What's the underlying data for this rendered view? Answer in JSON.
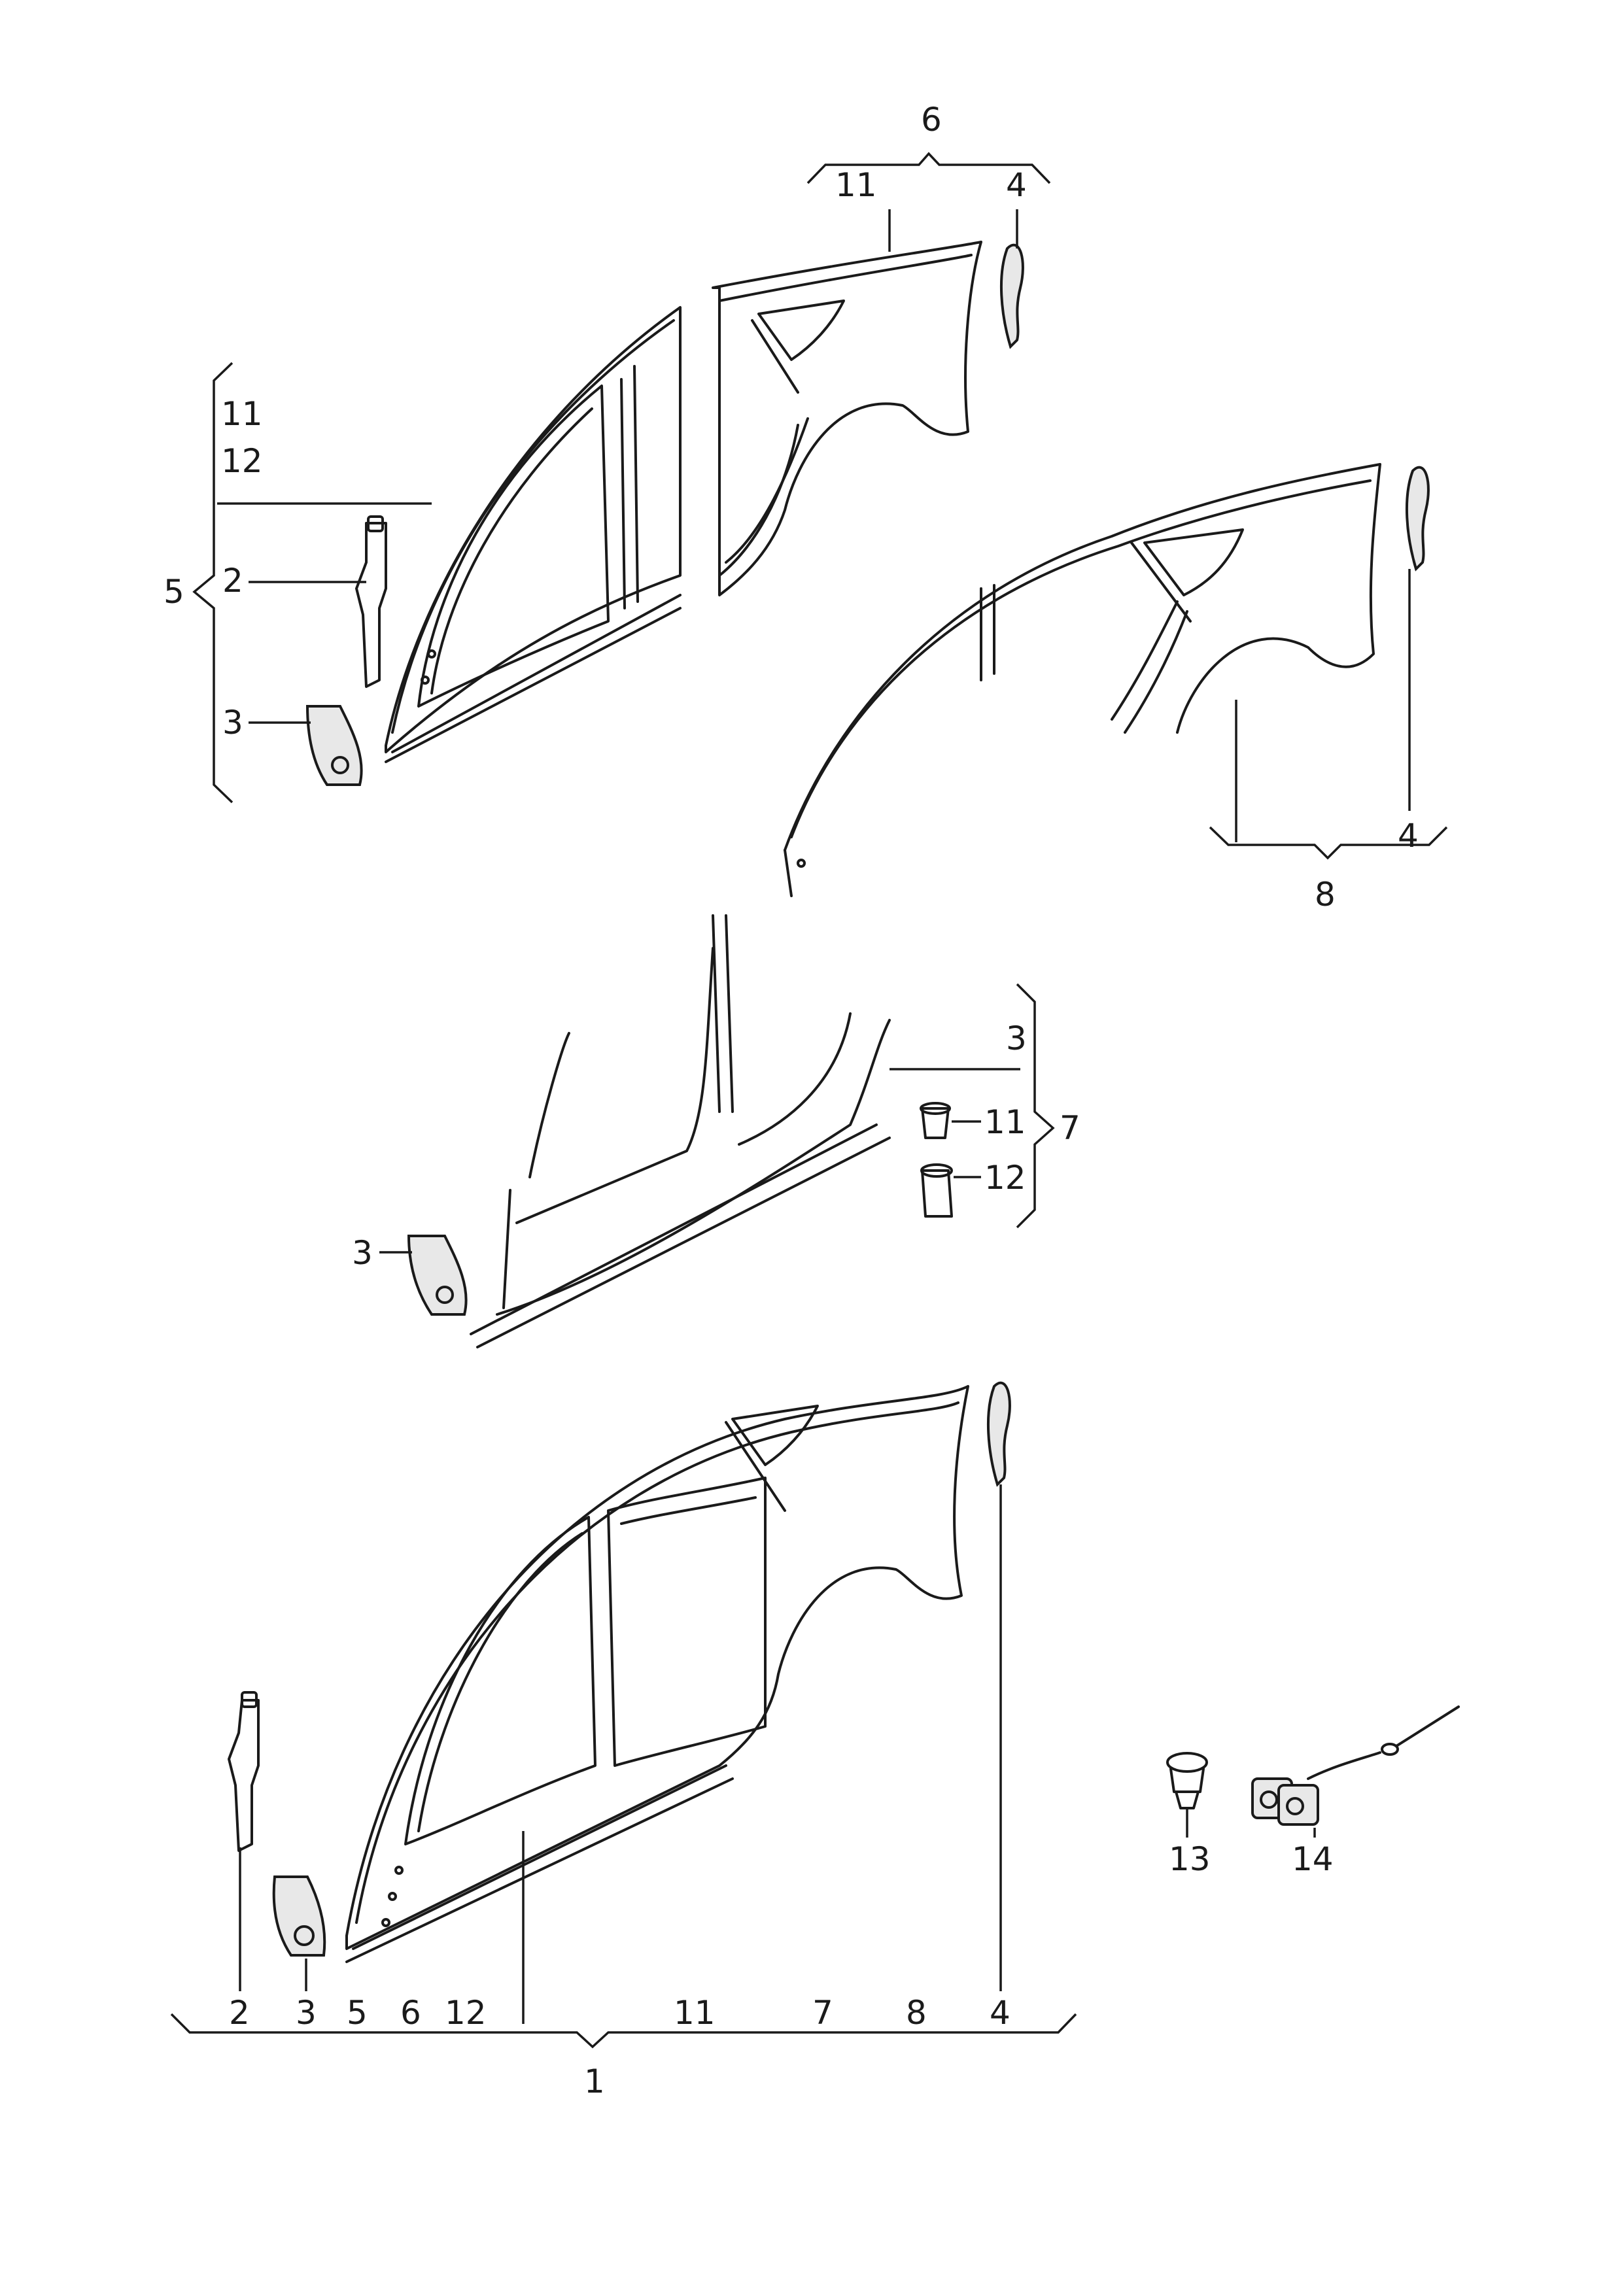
{
  "callouts": {
    "top_group": {
      "bracket": "6",
      "left": "11",
      "right": "4"
    },
    "left_group": {
      "bracket": "5",
      "line1": "11",
      "line2": "12",
      "item_a": "2",
      "item_b": "3"
    },
    "right_group": {
      "bracket": "8",
      "right": "4"
    },
    "middle_group": {
      "bracket": "7",
      "top": "3",
      "item_a": "11",
      "item_b": "12",
      "left_item": "3"
    },
    "bottom_group": {
      "bracket": "1",
      "items": [
        "2",
        "3",
        "5",
        "6",
        "12",
        "11",
        "7",
        "8",
        "4"
      ]
    },
    "loose_parts": {
      "clip": "13",
      "harness": "14"
    }
  }
}
